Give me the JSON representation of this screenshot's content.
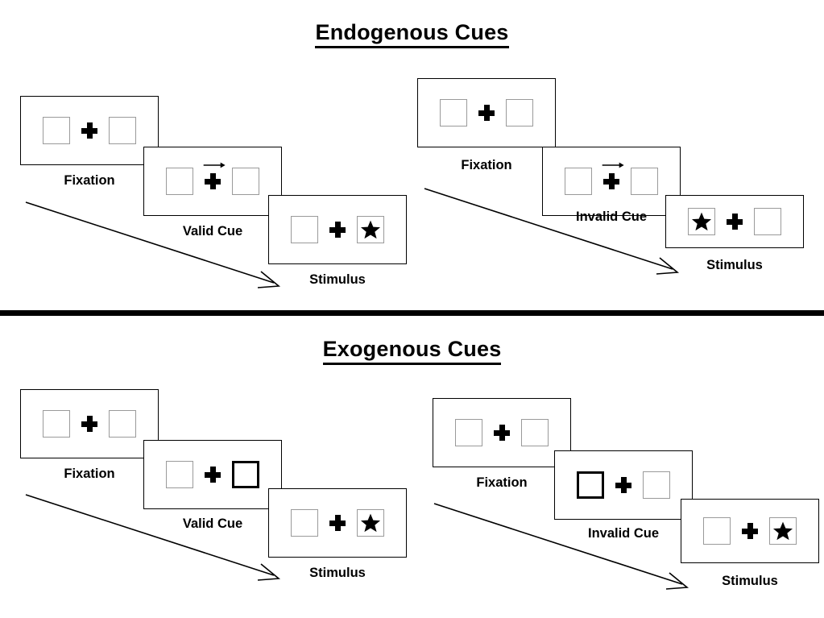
{
  "sections": [
    {
      "title": "Endogenous Cues",
      "columns": [
        {
          "name": "valid",
          "panels": [
            {
              "label": "Fixation",
              "left_box": "empty",
              "right_box": "empty",
              "cue_arrow": "none",
              "cued_side": "none"
            },
            {
              "label": "Valid Cue",
              "left_box": "empty",
              "right_box": "empty",
              "cue_arrow": "right-arrow-icon",
              "cued_side": "none"
            },
            {
              "label": "Stimulus",
              "left_box": "empty",
              "right_box": "star",
              "cue_arrow": "none",
              "cued_side": "none"
            }
          ]
        },
        {
          "name": "invalid",
          "panels": [
            {
              "label": "Fixation",
              "left_box": "empty",
              "right_box": "empty",
              "cue_arrow": "none",
              "cued_side": "none"
            },
            {
              "label": "Invalid Cue",
              "left_box": "empty",
              "right_box": "empty",
              "cue_arrow": "right-arrow-icon",
              "cued_side": "none"
            },
            {
              "label": "Stimulus",
              "left_box": "star",
              "right_box": "empty",
              "cue_arrow": "none",
              "cued_side": "none"
            }
          ]
        }
      ]
    },
    {
      "title": "Exogenous Cues",
      "columns": [
        {
          "name": "valid",
          "panels": [
            {
              "label": "Fixation",
              "left_box": "empty",
              "right_box": "empty",
              "cue_arrow": "none",
              "cued_side": "none"
            },
            {
              "label": "Valid Cue",
              "left_box": "empty",
              "right_box": "empty",
              "cue_arrow": "none",
              "cued_side": "right"
            },
            {
              "label": "Stimulus",
              "left_box": "empty",
              "right_box": "star",
              "cue_arrow": "none",
              "cued_side": "none"
            }
          ]
        },
        {
          "name": "invalid",
          "panels": [
            {
              "label": "Fixation",
              "left_box": "empty",
              "right_box": "empty",
              "cue_arrow": "none",
              "cued_side": "none"
            },
            {
              "label": "Invalid Cue",
              "left_box": "empty",
              "right_box": "empty",
              "cue_arrow": "none",
              "cued_side": "left"
            },
            {
              "label": "Stimulus",
              "left_box": "empty",
              "right_box": "star",
              "cue_arrow": "none",
              "cued_side": "none"
            }
          ]
        }
      ]
    }
  ],
  "colors": {
    "box_border": "#9a9a9a",
    "cued_box_border": "#000000",
    "panel_border": "#000000",
    "text": "#000000",
    "star_fill": "#000000",
    "background": "#ffffff",
    "divider": "#000000"
  }
}
